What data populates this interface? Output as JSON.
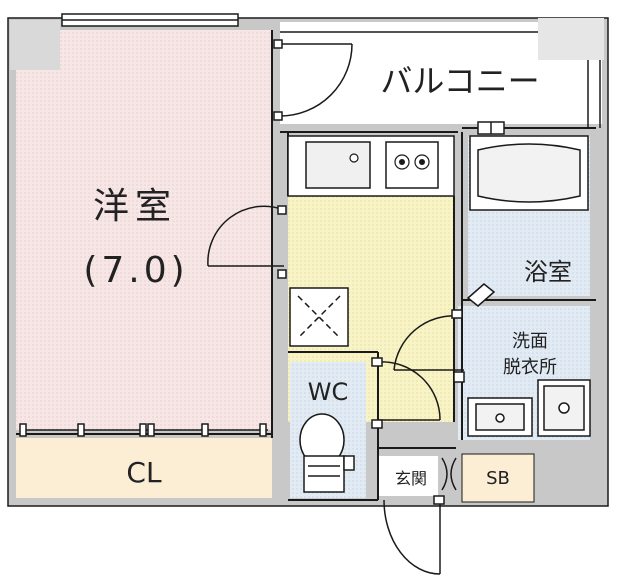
{
  "rooms": {
    "western_room": {
      "name": "洋室",
      "size": "(7.0)"
    },
    "closet": "CL",
    "balcony": "バルコニー",
    "bathroom": "浴室",
    "washroom_line1": "洗面",
    "washroom_line2": "脱衣所",
    "toilet": "WC",
    "entrance": "玄関",
    "shoe_box": "SB"
  },
  "colors": {
    "western_room_fill": "#f4e3e3",
    "kitchen_fill": "#f7f3c2",
    "closet_fill": "#fbeed5",
    "wet_area_fill": "#dde8f2",
    "wall": "#1a1a1a"
  }
}
